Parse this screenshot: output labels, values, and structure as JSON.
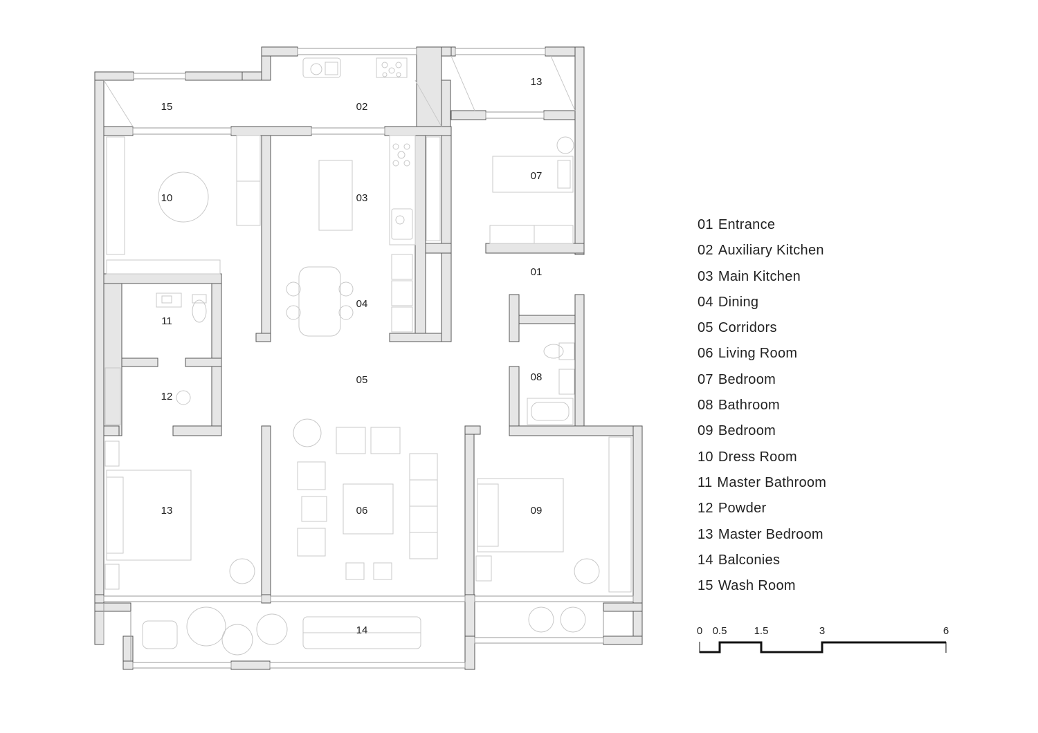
{
  "rooms": [
    {
      "id": "r15",
      "label": "15"
    },
    {
      "id": "r02",
      "label": "02"
    },
    {
      "id": "r13a",
      "label": "13"
    },
    {
      "id": "r10",
      "label": "10"
    },
    {
      "id": "r03",
      "label": "03"
    },
    {
      "id": "r07",
      "label": "07"
    },
    {
      "id": "r01",
      "label": "01"
    },
    {
      "id": "r11",
      "label": "11"
    },
    {
      "id": "r04",
      "label": "04"
    },
    {
      "id": "r05",
      "label": "05"
    },
    {
      "id": "r08",
      "label": "08"
    },
    {
      "id": "r12",
      "label": "12"
    },
    {
      "id": "r13b",
      "label": "13"
    },
    {
      "id": "r06",
      "label": "06"
    },
    {
      "id": "r09",
      "label": "09"
    },
    {
      "id": "r14",
      "label": "14"
    }
  ],
  "legend": [
    {
      "code": "01",
      "name": "Entrance"
    },
    {
      "code": "02",
      "name": "Auxiliary Kitchen"
    },
    {
      "code": "03",
      "name": "Main Kitchen"
    },
    {
      "code": "04",
      "name": "Dining"
    },
    {
      "code": "05",
      "name": "Corridors"
    },
    {
      "code": "06",
      "name": "Living Room"
    },
    {
      "code": "07",
      "name": "Bedroom"
    },
    {
      "code": "08",
      "name": "Bathroom"
    },
    {
      "code": "09",
      "name": "Bedroom"
    },
    {
      "code": "10",
      "name": "Dress Room"
    },
    {
      "code": "11",
      "name": "Master Bathroom"
    },
    {
      "code": "12",
      "name": "Powder"
    },
    {
      "code": "13",
      "name": "Master Bedroom"
    },
    {
      "code": "14",
      "name": "Balconies"
    },
    {
      "code": "15",
      "name": "Wash Room"
    }
  ],
  "scale_bar": {
    "ticks": [
      "0",
      "0.5",
      "1.5",
      "3",
      "6"
    ]
  },
  "colors": {
    "wall_fill": "#e6e6e6",
    "wall_stroke": "#555555",
    "furniture": "#c8c8c8",
    "text": "#222222"
  }
}
